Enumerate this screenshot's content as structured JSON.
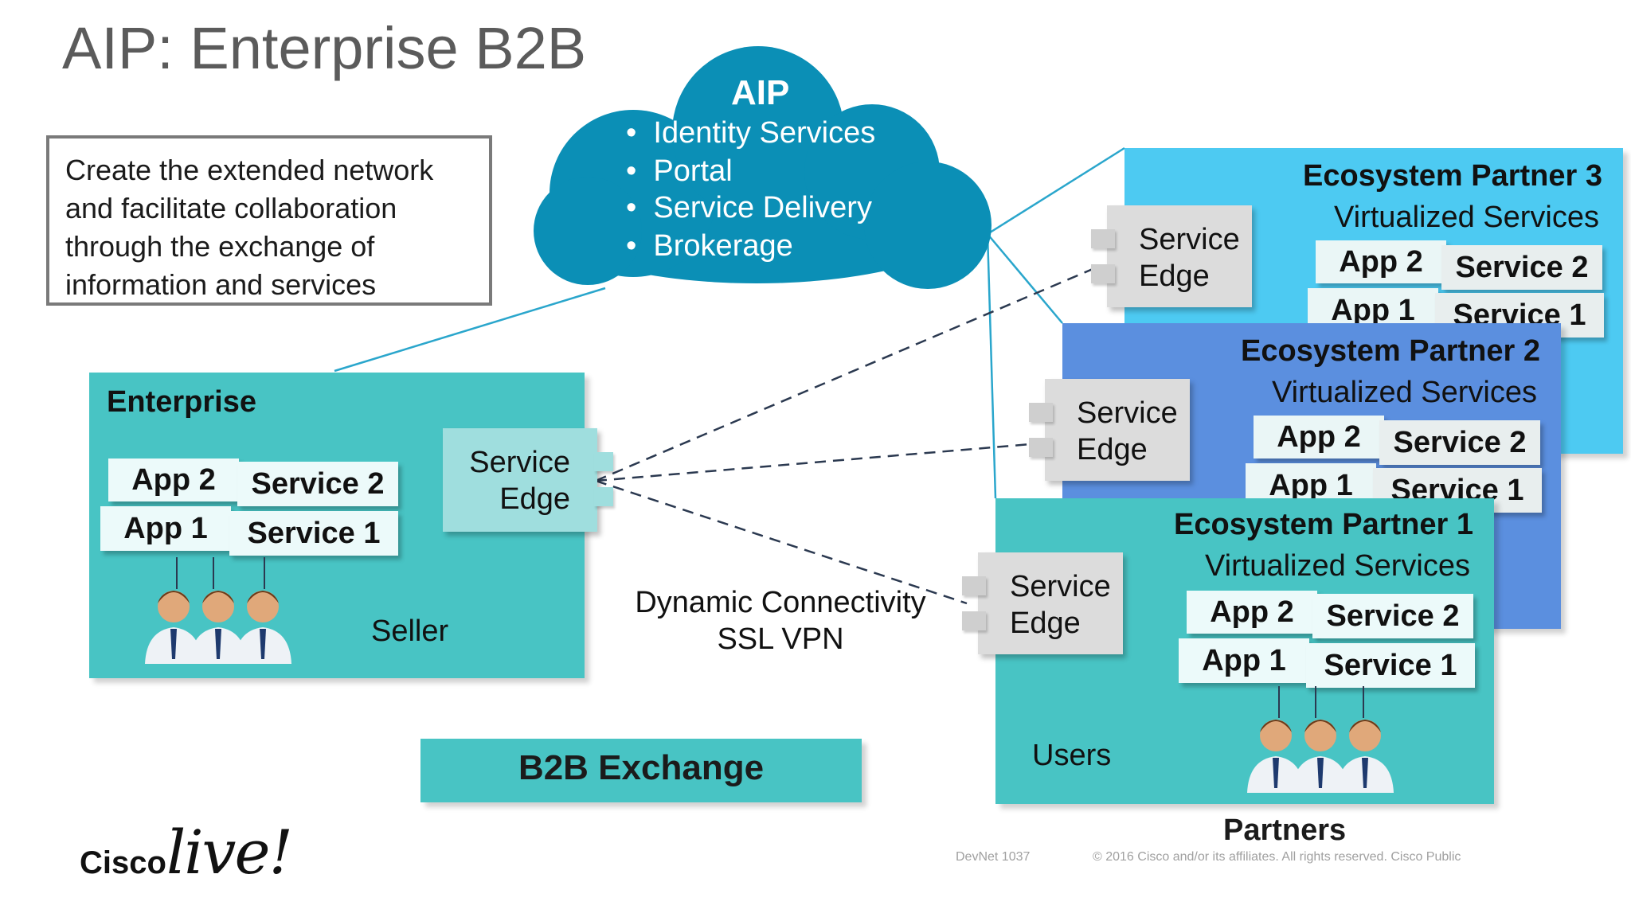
{
  "title": "AIP: Enterprise B2B",
  "description": [
    "Create the extended network",
    "and facilitate collaboration",
    "through the exchange of",
    "information and services"
  ],
  "cloud": {
    "heading": "AIP",
    "items": [
      "Identity Services",
      "Portal",
      "Service Delivery",
      "Brokerage"
    ],
    "color": "#0b8fb6"
  },
  "enterprise": {
    "title": "Enterprise",
    "app2": "App 2",
    "service2": "Service 2",
    "app1": "App 1",
    "service1": "Service 1",
    "edge": [
      "Service",
      "Edge"
    ],
    "role": "Seller",
    "color": "#48c4c4"
  },
  "connectivity": [
    "Dynamic Connectivity",
    "SSL VPN"
  ],
  "exchange": "B2B Exchange",
  "partners": [
    {
      "title": "Ecosystem Partner 3",
      "subtitle": "Virtualized Services",
      "edge": [
        "Service",
        "Edge"
      ],
      "app2": "App 2",
      "service2": "Service 2",
      "app1": "App 1",
      "service1": "Service 1",
      "color": "#4dcaf2"
    },
    {
      "title": "Ecosystem Partner 2",
      "subtitle": "Virtualized Services",
      "edge": [
        "Service",
        "Edge"
      ],
      "app2": "App 2",
      "service2": "Service 2",
      "app1": "App 1",
      "service1": "Service 1",
      "color": "#5b8fdf"
    },
    {
      "title": "Ecosystem Partner 1",
      "subtitle": "Virtualized Services",
      "edge": [
        "Service",
        "Edge"
      ],
      "app2": "App 2",
      "service2": "Service 2",
      "app1": "App 1",
      "service1": "Service 1",
      "color": "#48c4c4"
    }
  ],
  "users_label": "Users",
  "partners_label": "Partners",
  "logo": {
    "cisco": "Cisco",
    "live": "live!"
  },
  "footer": {
    "session": "DevNet 1037",
    "copyright": "© 2016  Cisco and/or its affiliates. All rights reserved.   Cisco Public"
  }
}
